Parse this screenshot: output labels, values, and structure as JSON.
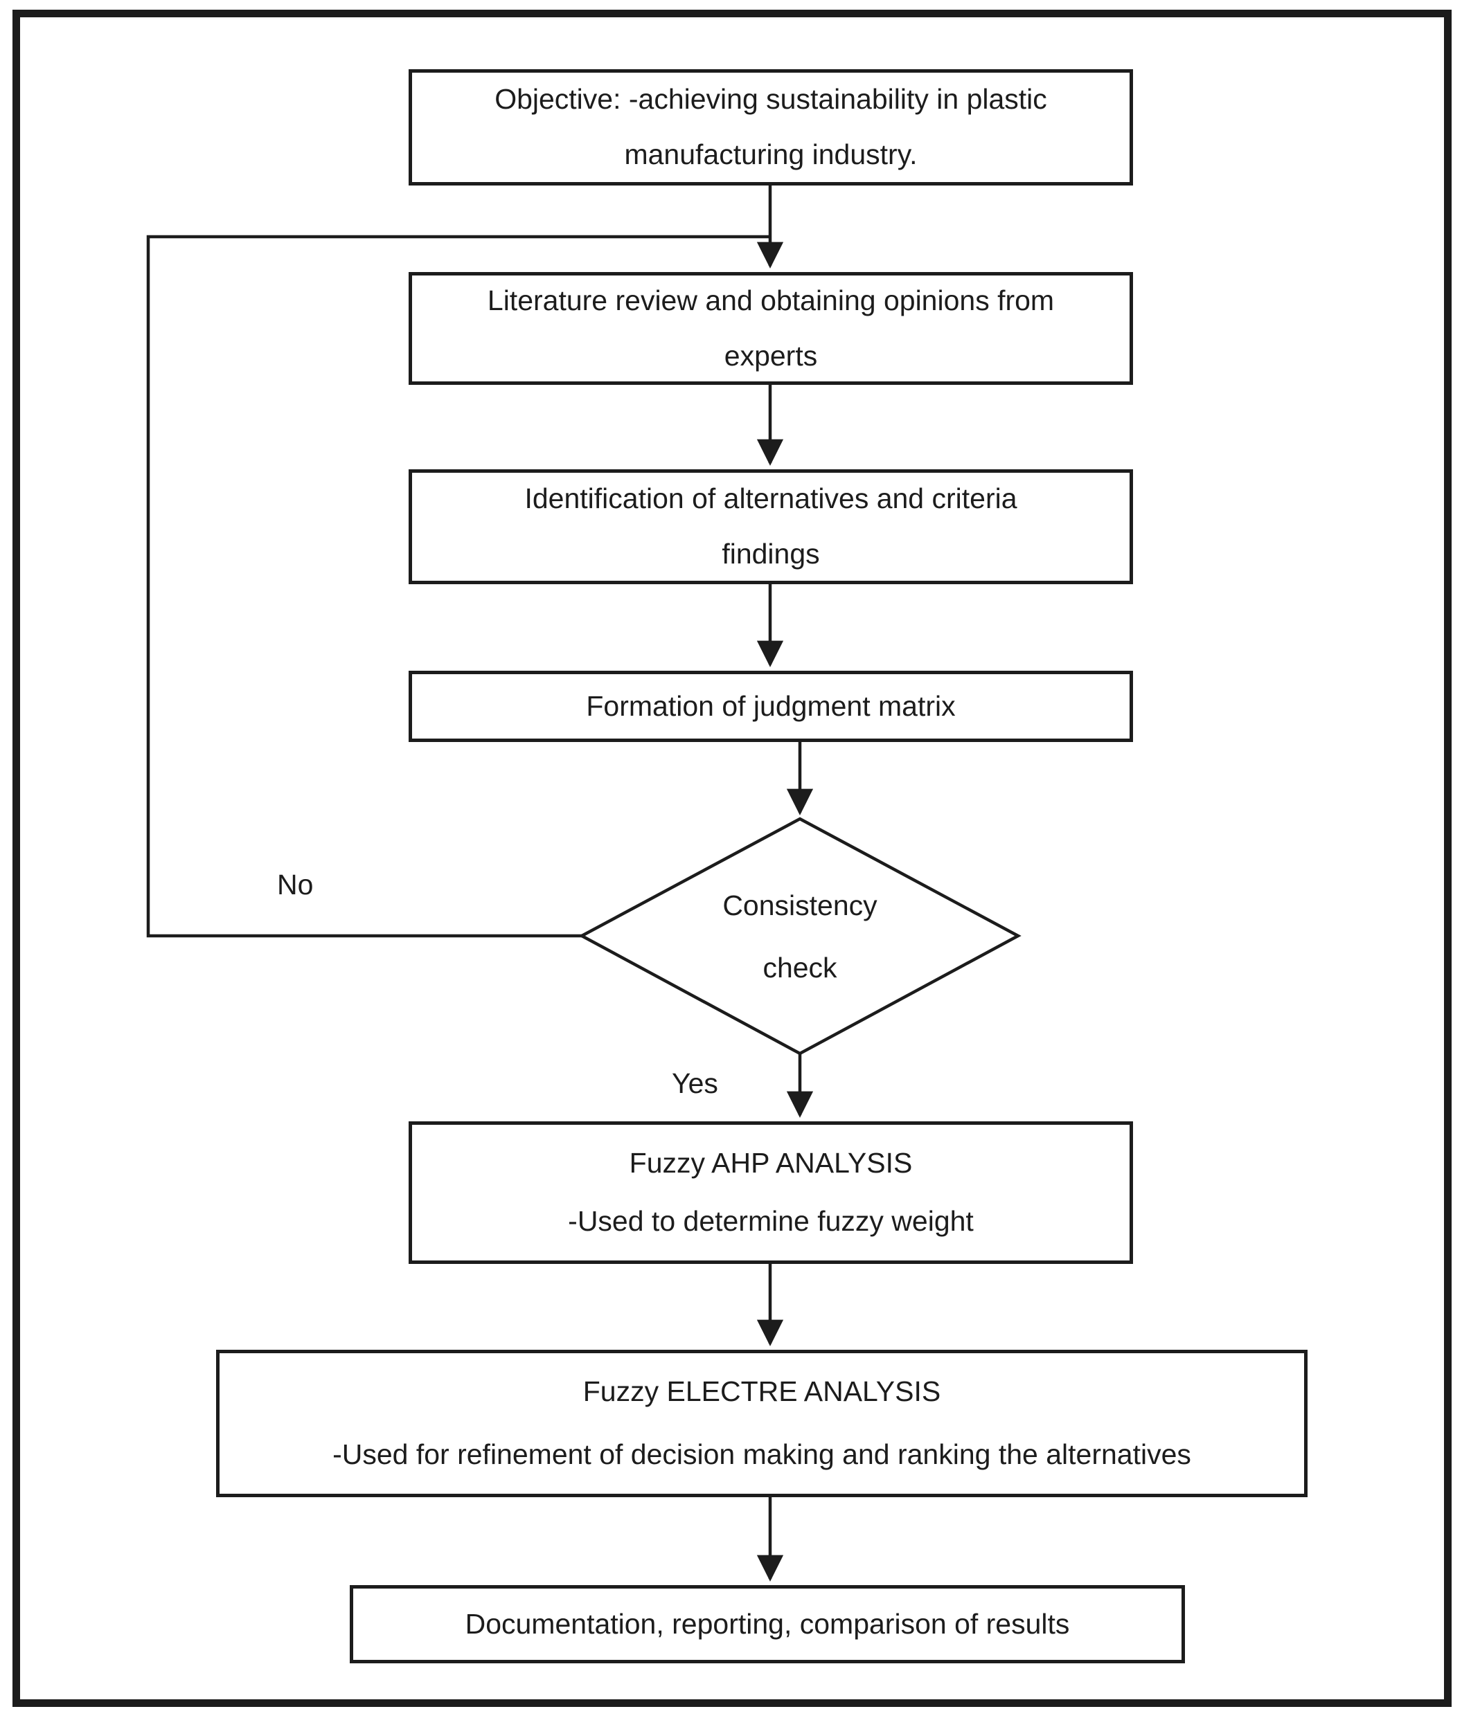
{
  "diagram": {
    "type": "flowchart",
    "colors": {
      "line": "#1c1c1c",
      "background": "#ffffff",
      "text": "#1c1c1c"
    },
    "nodes": {
      "objective": {
        "line1": "Objective: -achieving sustainability in plastic",
        "line2": "manufacturing industry."
      },
      "literature_review": {
        "line1": "Literature review and obtaining opinions from",
        "line2": "experts"
      },
      "identification": {
        "line1": "Identification of alternatives and criteria",
        "line2": "findings"
      },
      "judgment_matrix": {
        "label": "Formation of judgment matrix"
      },
      "consistency_check": {
        "line1": "Consistency",
        "line2": "check"
      },
      "fuzzy_ahp": {
        "title": "Fuzzy AHP ANALYSIS",
        "description": "-Used to determine fuzzy weight"
      },
      "fuzzy_electre": {
        "title": "Fuzzy ELECTRE ANALYSIS",
        "description": "-Used for refinement of decision making and ranking the alternatives"
      },
      "documentation": {
        "label": "Documentation, reporting, comparison of results"
      }
    },
    "edge_labels": {
      "no": "No",
      "yes": "Yes"
    }
  }
}
